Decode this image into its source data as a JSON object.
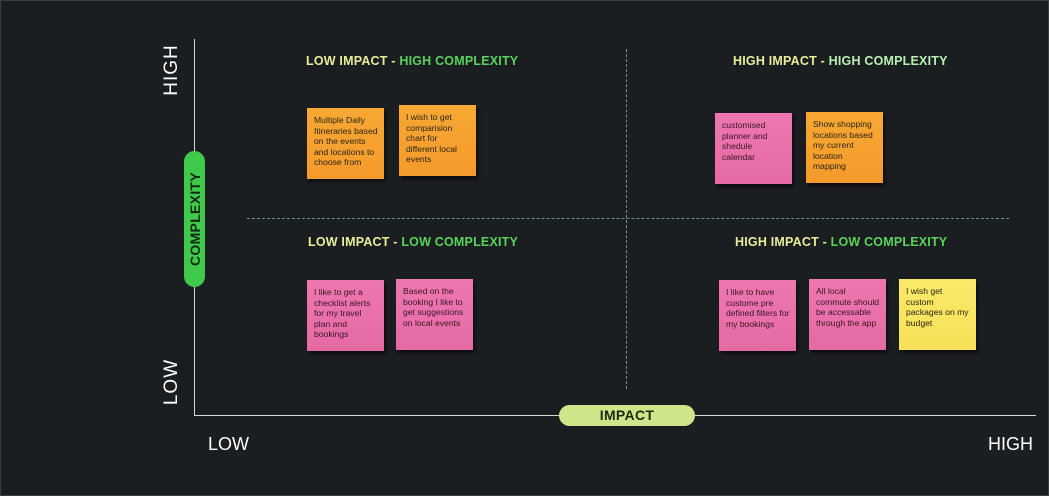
{
  "axes": {
    "y_title": "COMPLEXITY",
    "x_title": "IMPACT",
    "y_high": "HIGH",
    "y_low": "LOW",
    "x_low": "LOW",
    "x_high": "HIGH"
  },
  "colors": {
    "background": "#1b1e21",
    "complexity_pill": "#3fca4b",
    "impact_pill": "#cfe58a",
    "note_orange": "#f7a833",
    "note_pink": "#ee77b0",
    "note_yellow": "#fae96a"
  },
  "quadrants": {
    "top_left": {
      "impact": "LOW IMPACT",
      "sep": " - ",
      "complexity": "HIGH COMPLEXITY"
    },
    "top_right": {
      "impact": "HIGH IMPACT",
      "sep": " - ",
      "complexity": "HIGH COMPLEXITY"
    },
    "bottom_left": {
      "impact": "LOW IMPACT",
      "sep": " - ",
      "complexity": "LOW COMPLEXITY"
    },
    "bottom_right": {
      "impact": "HIGH IMPACT",
      "sep": " - ",
      "complexity": "LOW COMPLEXITY"
    }
  },
  "notes": {
    "n1": "Multiple Daily Itineraries based on the events and locations to choose from",
    "n2": "I wish to get comparision chart for different local events",
    "n3": "customised planner and shedule calendar",
    "n4": "Show shopping locations based my current location mapping",
    "n5": "I like to get a checklist alerts for my travel plan and bookings",
    "n6": "Based on the booking I like to get suggestions on local events",
    "n7": "I like to have custome pre defined filters for my bookings",
    "n8": "All local commute should be accessable through the app",
    "n9": "I wish get custom packages on my budget"
  }
}
